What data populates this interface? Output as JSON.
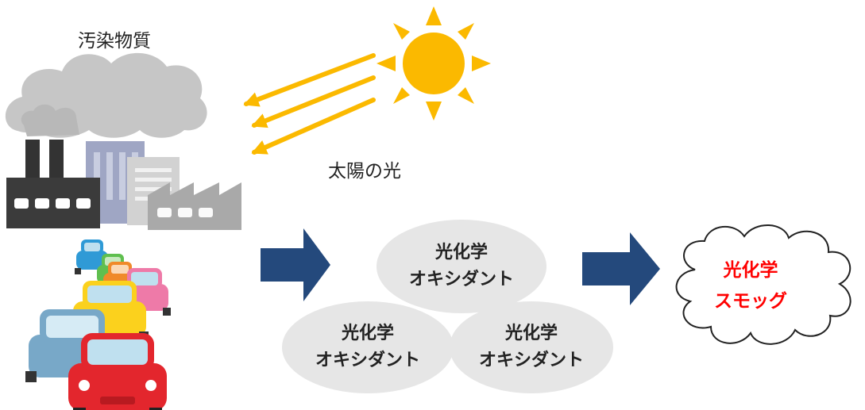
{
  "labels": {
    "pollutants": "汚染物質",
    "sunlight": "太陽の光"
  },
  "oxidant_blobs": [
    {
      "line1": "光化学",
      "line2": "オキシダント"
    },
    {
      "line1": "光化学",
      "line2": "オキシダント"
    },
    {
      "line1": "光化学",
      "line2": "オキシダント"
    }
  ],
  "result": {
    "line1": "光化学",
    "line2": "スモッグ"
  },
  "colors": {
    "sun": "#fbb900",
    "flow_arrow": "#24497c",
    "smog_text": "#ff0000",
    "oxidant_fill": "#e6e6e6"
  }
}
